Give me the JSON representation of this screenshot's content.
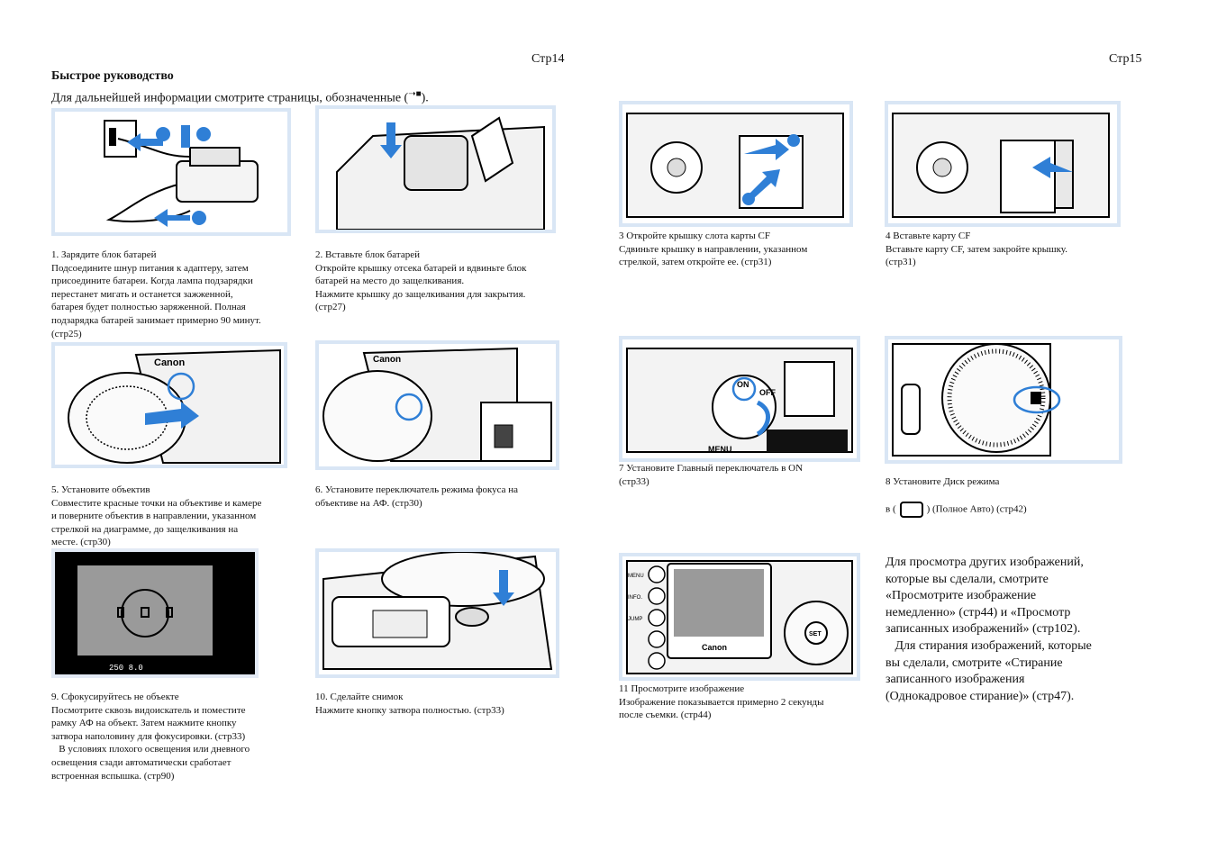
{
  "header": {
    "left_page": "Стр14",
    "right_page": "Стр15",
    "title": "Быстрое руководство",
    "subtitle": "Для дальнейшей информации смотрите страницы, обозначенные (",
    "subtitle_end": ")."
  },
  "steps": [
    {
      "lines": [
        "1. Зарядите блок батарей",
        "Подсоедините шнур питания к адаптеру, затем",
        "присоедините батареи. Когда лампа подзарядки",
        "перестанет мигать и останется зажженной,",
        "батарея будет полностью заряженной. Полная",
        "подзарядка батарей занимает примерно 90 минут.",
        "(стр25)"
      ]
    },
    {
      "lines": [
        "2. Вставьте блок батарей",
        "Откройте крышку отсека батарей и вдвиньте блок",
        "батарей на место до защелкивания.",
        "Нажмите крышку до защелкивания для закрытия.",
        "(стр27)"
      ]
    },
    {
      "lines": [
        "3 Откройте крышку слота карты CF",
        "Сдвиньте крышку в направлении, указанном",
        "стрелкой, затем откройте ее. (стр31)"
      ]
    },
    {
      "lines": [
        "4 Вставьте карту CF",
        "Вставьте карту CF, затем закройте крышку.",
        "(стр31)"
      ]
    },
    {
      "lines": [
        "5. Установите объектив",
        "Совместите красные точки на объективе и камере",
        "и поверните объектив в направлении, указанном",
        "стрелкой на диаграмме, до защелкивания на",
        "месте. (стр30)"
      ]
    },
    {
      "lines": [
        "6. Установите переключатель режима фокуса на",
        "объективе на АФ. (стр30)"
      ]
    },
    {
      "lines": [
        "7 Установите Главный переключатель в ON",
        "(стр33)"
      ]
    },
    {
      "lines": [
        "8 Установите Диск режима"
      ],
      "line2_pre": "в (",
      "line2_post": ") (Полное Авто) (стр42)"
    },
    {
      "lines": [
        "9. Сфокусируйтесь не объекте",
        "Посмотрите сквозь видоискатель и поместите",
        "рамку АФ на объект. Затем нажмите кнопку",
        "затвора наполовину для фокусировки. (стр33)",
        "   В условиях плохого освещения или дневного",
        "освещения сзади автоматически сработает",
        "встроенная вспышка. (стр90)"
      ]
    },
    {
      "lines": [
        "10. Сделайте снимок",
        "Нажмите кнопку затвора полностью. (стр33)"
      ]
    },
    {
      "lines": [
        "11 Просмотрите изображение",
        "Изображение показывается примерно 2 секунды",
        "после съемки. (стр44)"
      ]
    }
  ],
  "note": {
    "lines": [
      "Для просмотра других изображений,",
      "которые вы сделали, смотрите",
      "«Просмотрите изображение",
      "немедленно» (стр44) и «Просмотр",
      "записанных изображений» (стр102).",
      "   Для стирания изображений, которые",
      "вы сделали, смотрите «Стирание",
      "записанного изображения",
      "(Однокадровое стирание)» (стр47)."
    ]
  },
  "figures": {
    "fig9_readout": "250 8.0",
    "fig11_brand": "Canon",
    "fig7_on": "ON",
    "fig7_off": "OFF",
    "fig7_menu": "MENU",
    "fig11_buttons": [
      "MENU",
      "INFO.",
      "JUMP",
      "",
      ""
    ],
    "fig11_set": "SET",
    "fig5_brand": "Canon",
    "fig6_brand": "Canon"
  },
  "colors": {
    "accent_blue": "#2f7fd6",
    "figure_frame": "#d9e6f5"
  }
}
